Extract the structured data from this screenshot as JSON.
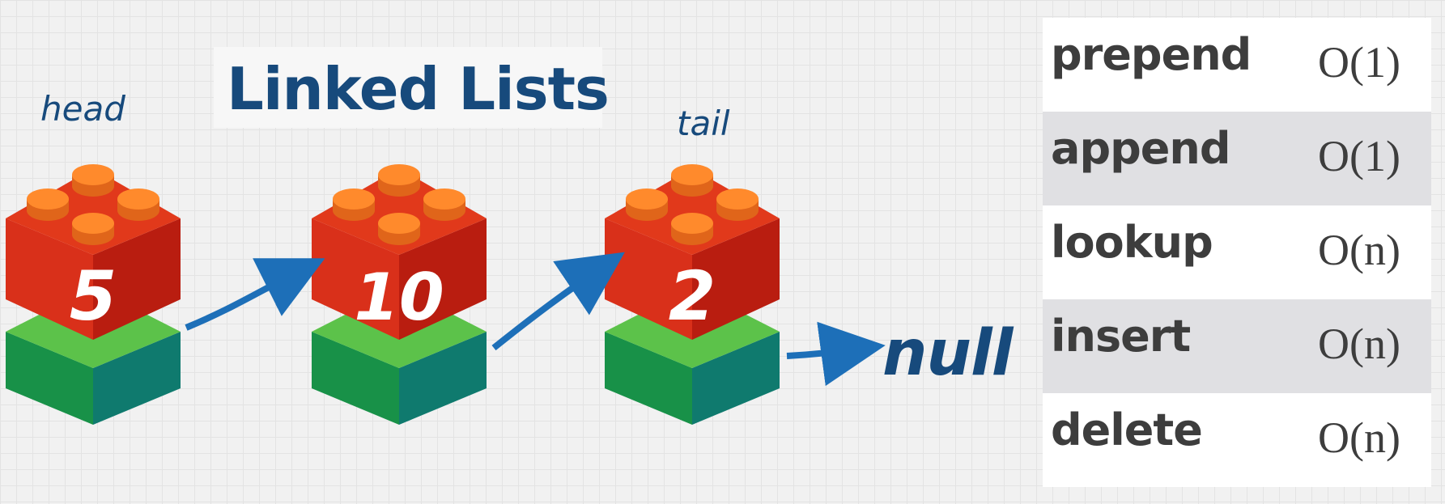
{
  "title": "Linked Lists",
  "head_label": "head",
  "tail_label": "tail",
  "null_label": "null",
  "nodes": [
    {
      "value": "5"
    },
    {
      "value": "10"
    },
    {
      "value": "2"
    }
  ],
  "operations": [
    {
      "name": "prepend",
      "complexity": "O(1)"
    },
    {
      "name": "append",
      "complexity": "O(1)"
    },
    {
      "name": "lookup",
      "complexity": "O(n)"
    },
    {
      "name": "insert",
      "complexity": "O(n)"
    },
    {
      "name": "delete",
      "complexity": "O(n)"
    }
  ],
  "colors": {
    "brick_red": "#e1391b",
    "brick_green": "#1ea357",
    "stud_orange": "#ff8a2c",
    "arrow_blue": "#1d6fb8",
    "text_navy": "#174a7c"
  }
}
